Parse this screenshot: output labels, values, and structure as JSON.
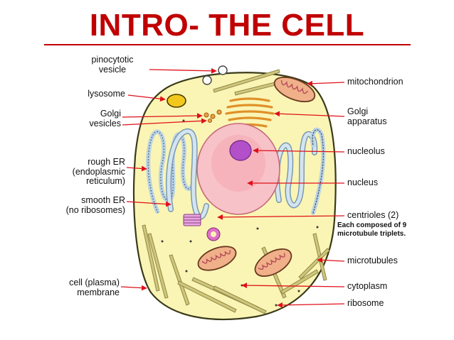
{
  "title": "INTRO- THE CELL",
  "colors": {
    "title": "#c00000",
    "rule": "#c00000",
    "arrow": "#e0101a",
    "cytoplasm": "#faf5b5",
    "membrane": "#3a3a1a",
    "nucleus": "#f7c2c8",
    "nucleolus": "#b24fc9",
    "er": "#b9d2e4",
    "mitochondrion": "#f0b089",
    "golgi": "#f0a040",
    "lysosome": "#f2c81e",
    "microtubule": "#b9b05a",
    "centriole": "#cc55bb"
  },
  "labels": {
    "pinocytotic": "pinocytotic\nvesicle",
    "lysosome": "lysosome",
    "golgi_vesicles": "Golgi\nvesicles",
    "rough_er": "rough ER\n(endoplasmic\nreticulum)",
    "smooth_er": "smooth ER\n(no ribosomes)",
    "cell_membrane": "cell (plasma)\nmembrane",
    "mitochondrion": "mitochondrion",
    "golgi_apparatus": "Golgi\napparatus",
    "nucleolus": "nucleolus",
    "nucleus": "nucleus",
    "centrioles": "centrioles (2)",
    "centrioles_note": "Each composed of 9\nmicrotubule triplets.",
    "microtubules": "microtubules",
    "cytoplasm": "cytoplasm",
    "ribosome": "ribosome"
  }
}
